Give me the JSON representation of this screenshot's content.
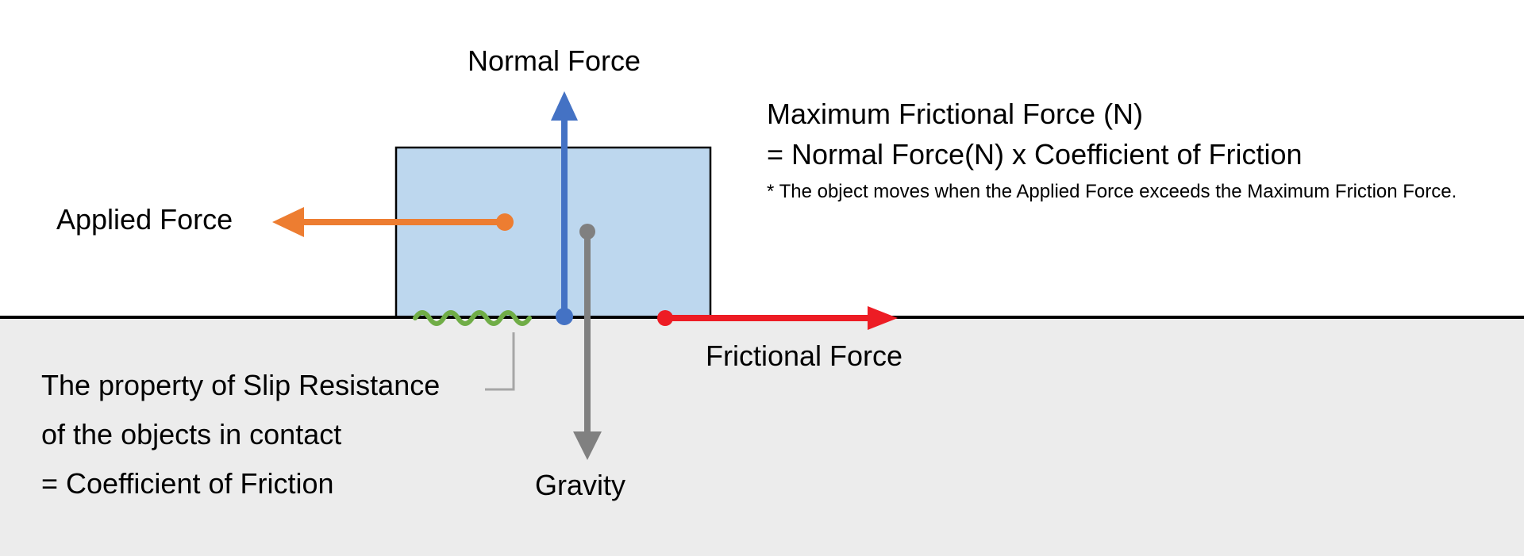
{
  "labels": {
    "normal_force": "Normal Force",
    "applied_force": "Applied Force",
    "frictional_force": "Frictional Force",
    "gravity": "Gravity"
  },
  "formula_block": {
    "line1": "Maximum Frictional Force (N)",
    "line2": "= Normal Force(N) x Coefficient of Friction",
    "note": "* The object moves when the Applied Force exceeds the Maximum Friction Force."
  },
  "slip_note": {
    "line1": "The property of Slip Resistance",
    "line2": "of the objects in contact",
    "line3": "= Coefficient of Friction"
  },
  "colors": {
    "normal_force_arrow": "#4472C4",
    "applied_force_arrow": "#ED7D31",
    "gravity_arrow": "#808080",
    "frictional_force_arrow": "#ED1C24",
    "slip_wave": "#70AD47",
    "connector": "#A6A6A6",
    "box_fill": "#BDD7EE",
    "box_border": "#000000",
    "ground_fill": "#ECECEC",
    "ground_line": "#000000",
    "text": "#000000"
  }
}
